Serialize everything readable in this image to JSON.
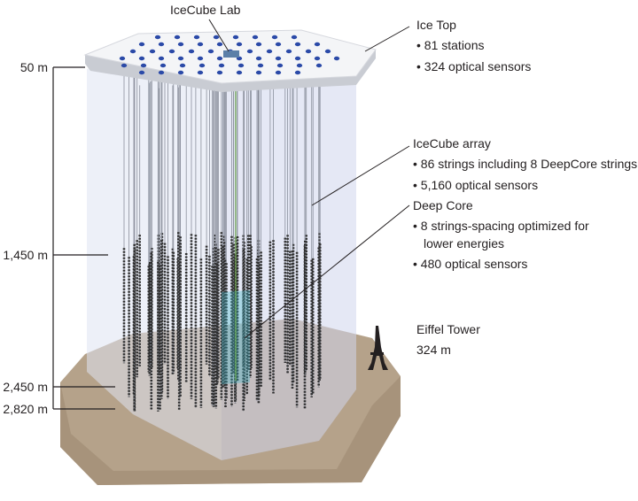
{
  "labels": {
    "lab": "IceCube Lab",
    "icetop": {
      "title": "Ice Top",
      "items": [
        "• 81 stations",
        "• 324 optical sensors"
      ]
    },
    "array": {
      "title": "IceCube array",
      "items": [
        "• 86 strings including 8 DeepCore strings",
        "• 5,160 optical sensors"
      ]
    },
    "deepcore": {
      "title": "Deep Core",
      "items": [
        "• 8 strings-spacing optimized for",
        "lower energies",
        "• 480 optical sensors"
      ]
    },
    "eiffel": {
      "title": "Eiffel Tower",
      "height": "324 m"
    }
  },
  "depths": [
    "50 m",
    "1,450 m",
    "2,450 m",
    "2,820 m"
  ],
  "colors": {
    "bedrock_top": "#b5a28a",
    "bedrock_side": "#9a8670",
    "icetop_surface": "#f4f5f7",
    "icetop_dot": "#2b4aa8",
    "ice_volume": "#dfe3f3",
    "string": "#2e2e2e",
    "deepcore": "#3fb8c9",
    "leader": "#231f20"
  }
}
